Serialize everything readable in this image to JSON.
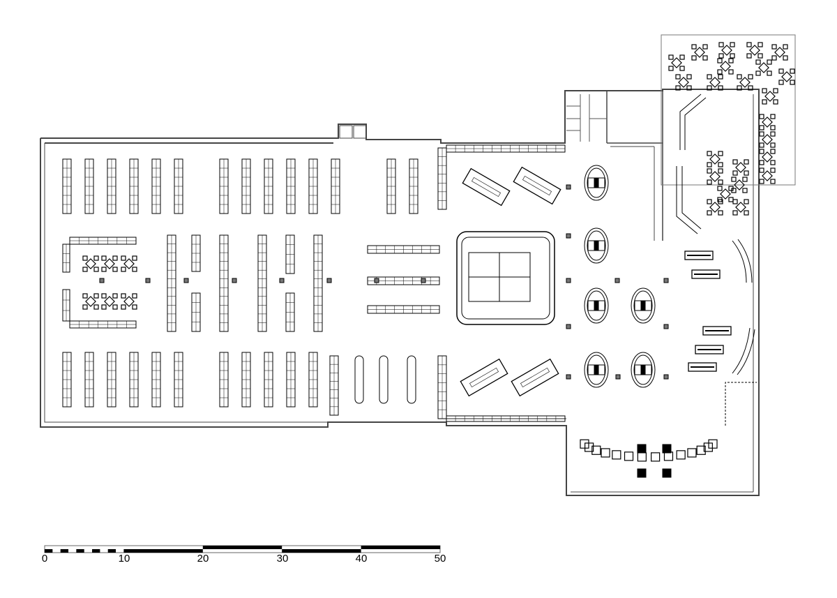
{
  "title": "Store floor plan",
  "scale_bar": {
    "unit_labels": [
      "0",
      "10",
      "20",
      "30",
      "40",
      "50"
    ],
    "max_value": 50,
    "fine_subdivisions": 10
  },
  "colors": {
    "line": "#000000",
    "wall": "#555555",
    "background": "#ffffff"
  }
}
